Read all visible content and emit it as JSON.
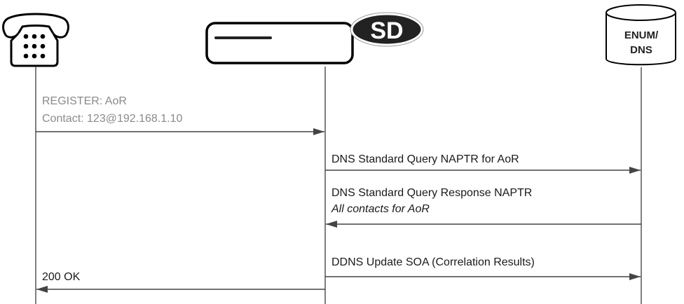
{
  "participants": {
    "phone": {
      "icon": "telephone-icon"
    },
    "sd": {
      "icon": "session-director-icon",
      "badge": "SD"
    },
    "enum": {
      "line1": "ENUM/",
      "line2": "DNS",
      "icon": "database-icon"
    }
  },
  "messages": [
    {
      "line1": "REGISTER: AoR",
      "line2": "Contact: 123@192.168.1.10",
      "from": "phone",
      "to": "sd"
    },
    {
      "line1": "DNS Standard Query NAPTR for AoR",
      "from": "sd",
      "to": "enum"
    },
    {
      "line1": "DNS Standard Query Response NAPTR",
      "line2": "All contacts for AoR",
      "from": "enum",
      "to": "sd"
    },
    {
      "line1": "DDNS Update SOA (Correlation Results)",
      "from": "sd",
      "to": "enum"
    },
    {
      "line1": "200 OK",
      "from": "sd",
      "to": "phone"
    }
  ],
  "colors": {
    "line": "#555555",
    "gray_text": "#8a8a8a"
  }
}
